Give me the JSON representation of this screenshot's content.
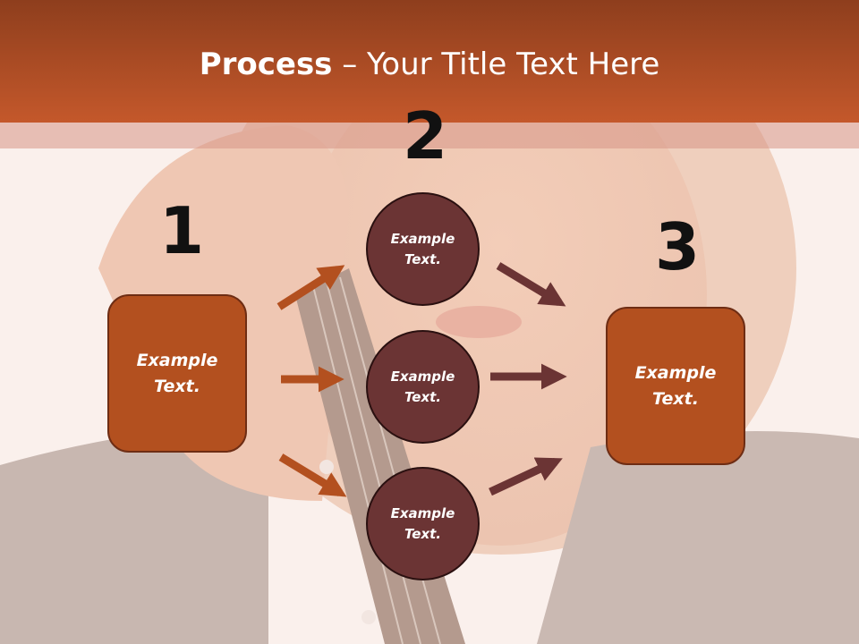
{
  "slide": {
    "title_bold": "Process",
    "title_rest": " – Your Title Text Here"
  },
  "steps": {
    "one": {
      "number": "1",
      "label": "Example Text."
    },
    "two": {
      "number": "2"
    },
    "three": {
      "number": "3",
      "label": "Example Text."
    }
  },
  "circles": [
    {
      "label": "Example Text."
    },
    {
      "label": "Example Text."
    },
    {
      "label": "Example Text."
    }
  ],
  "colors": {
    "title_bar": "#c4582b",
    "box_fill": "#b3501f",
    "circle_fill": "#6b3434",
    "arrow_left": "#b3501f",
    "arrow_right": "#6b3434"
  }
}
